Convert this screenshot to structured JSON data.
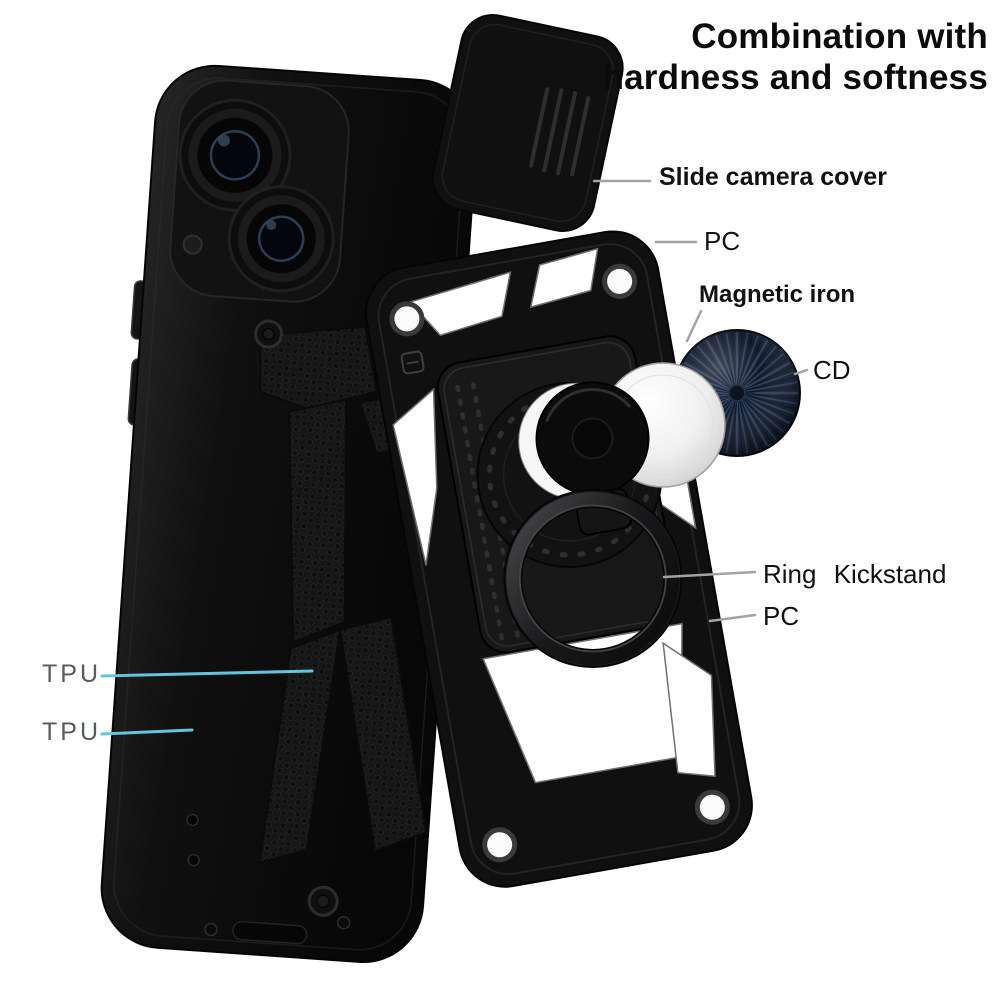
{
  "title": {
    "line1": "Combination with",
    "line2": "hardness and softness"
  },
  "callouts": {
    "slide_camera_cover": "Slide camera cover",
    "pc_top": "PC",
    "magnetic_iron": "Magnetic iron",
    "cd": "CD",
    "ring_kickstand": "Ring Kickstand",
    "pc_right": "PC",
    "tpu_upper": "TPU",
    "tpu_lower": "TPU"
  },
  "colors": {
    "background": "#ffffff",
    "label_text": "#111111",
    "tpu_text": "#565b5f",
    "connector_gray": "#a3a3a3",
    "connector_cyan": "#63c3e3",
    "case_black": "#0d0d0d",
    "cd_navy": "#141e2e",
    "magnetic_iron_silver": "#f0f0f0"
  }
}
